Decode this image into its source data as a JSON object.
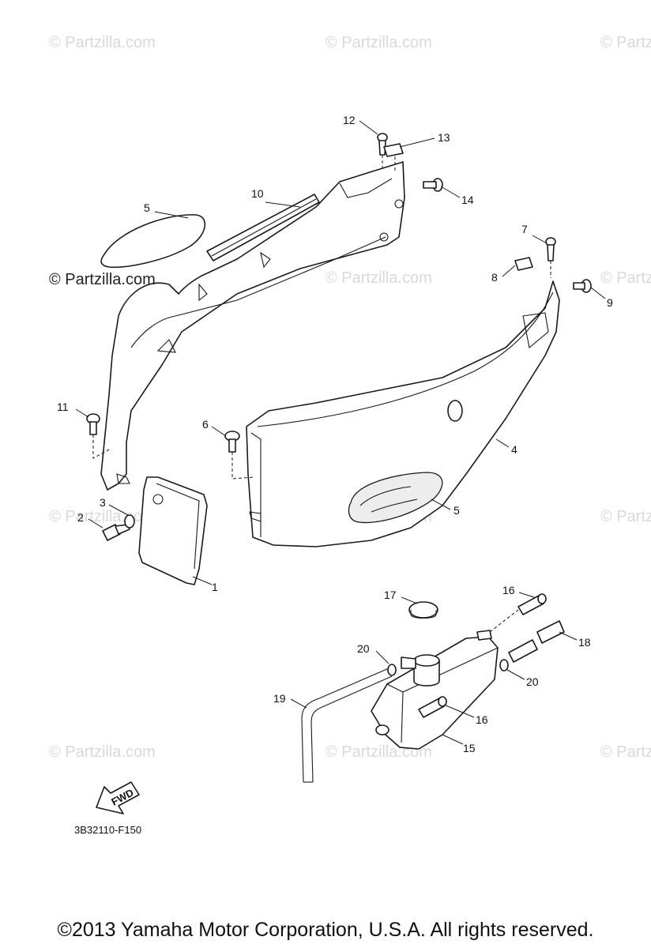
{
  "watermark": "© Partzilla.com",
  "watermark_prominent": "© Partzilla.com",
  "callouts": [
    {
      "id": "c1",
      "label": "1"
    },
    {
      "id": "c2",
      "label": "2"
    },
    {
      "id": "c3",
      "label": "3"
    },
    {
      "id": "c4",
      "label": "4"
    },
    {
      "id": "c5a",
      "label": "5"
    },
    {
      "id": "c5b",
      "label": "5"
    },
    {
      "id": "c6",
      "label": "6"
    },
    {
      "id": "c7",
      "label": "7"
    },
    {
      "id": "c8",
      "label": "8"
    },
    {
      "id": "c9",
      "label": "9"
    },
    {
      "id": "c10",
      "label": "10"
    },
    {
      "id": "c11",
      "label": "11"
    },
    {
      "id": "c12",
      "label": "12"
    },
    {
      "id": "c13",
      "label": "13"
    },
    {
      "id": "c14",
      "label": "14"
    },
    {
      "id": "c15",
      "label": "15"
    },
    {
      "id": "c16a",
      "label": "16"
    },
    {
      "id": "c16b",
      "label": "16"
    },
    {
      "id": "c17",
      "label": "17"
    },
    {
      "id": "c18",
      "label": "18"
    },
    {
      "id": "c19",
      "label": "19"
    },
    {
      "id": "c20a",
      "label": "20"
    },
    {
      "id": "c20b",
      "label": "20"
    }
  ],
  "fwd_label": "FWD",
  "diagram_code": "3B32110-F150",
  "copyright": "©2013 Yamaha Motor Corporation, U.S.A. All rights reserved."
}
